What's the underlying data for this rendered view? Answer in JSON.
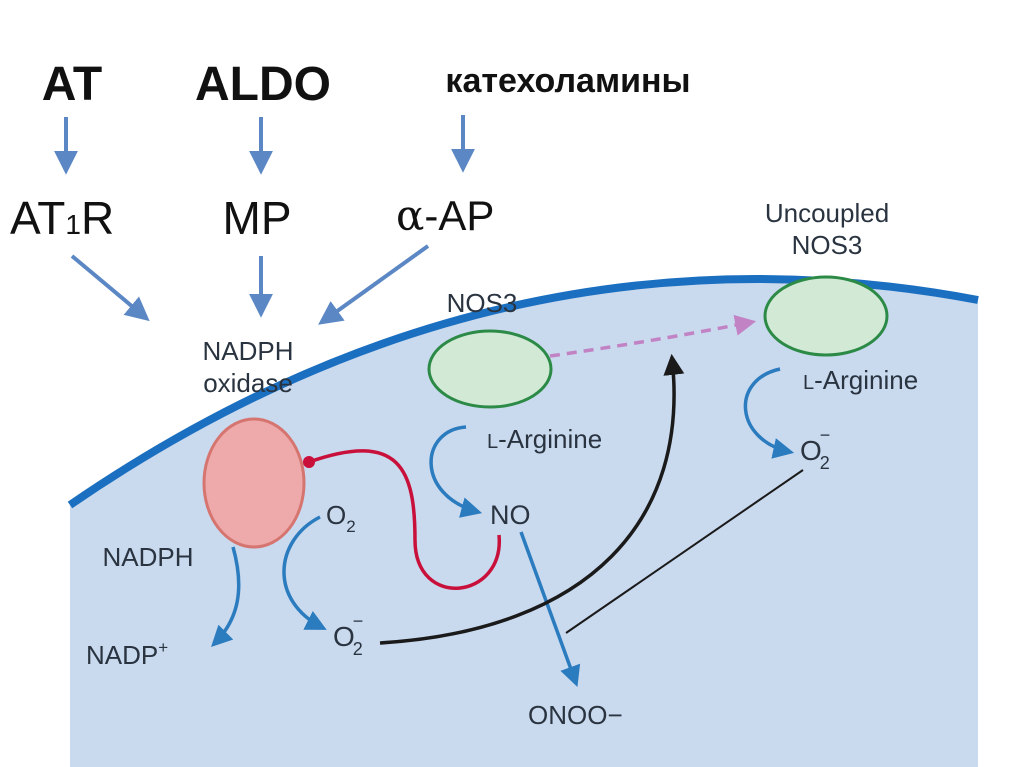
{
  "stimuli": {
    "at": "AT",
    "aldo": "ALDO",
    "catecholamines": "катехоламины"
  },
  "receptors": {
    "at1r_main": "AT",
    "at1r_sub": "1",
    "at1r_tail": "R",
    "mr": "MP",
    "alpha_greek": "α",
    "alpha_rest": "-AP"
  },
  "enzymes": {
    "nadph_oxidase_line1": "NADPH",
    "nadph_oxidase_line2": "oxidase",
    "nos3": "NOS3",
    "uncoupled_line1": "Uncoupled",
    "uncoupled_line2": "NOS3"
  },
  "molecules": {
    "o2_base": "O",
    "o2_sub": "2",
    "nadph": "NADPH",
    "nadp_base": "NADP",
    "nadp_sup": "+",
    "superoxide_base": "O",
    "superoxide_sub": "2",
    "superoxide_sup": "−",
    "l_arginine_l": "L",
    "l_arginine_rest": "-Arginine",
    "no": "NO",
    "onoo": "ONOO−",
    "uncoupled_superoxide_base": "O",
    "uncoupled_superoxide_sub": "2",
    "uncoupled_superoxide_sup": "−",
    "uncoupled_l_arginine_l": "L",
    "uncoupled_l_arginine_rest": "-Arginine"
  },
  "colors": {
    "cell_fill": "#c9d9ee",
    "membrane": "#1b6fc0",
    "nadph_oxidase_fill": "#eeaaaa",
    "nadph_oxidase_stroke": "#d67570",
    "nos3_fill": "#d2e9d6",
    "nos3_stroke": "#2c8a47",
    "stimulus_arrow": "#5b87c4",
    "reaction_arrow": "#2b7bbf",
    "inhibition_line": "#c8103a",
    "uncoupling_arrow": "#c183c4"
  }
}
